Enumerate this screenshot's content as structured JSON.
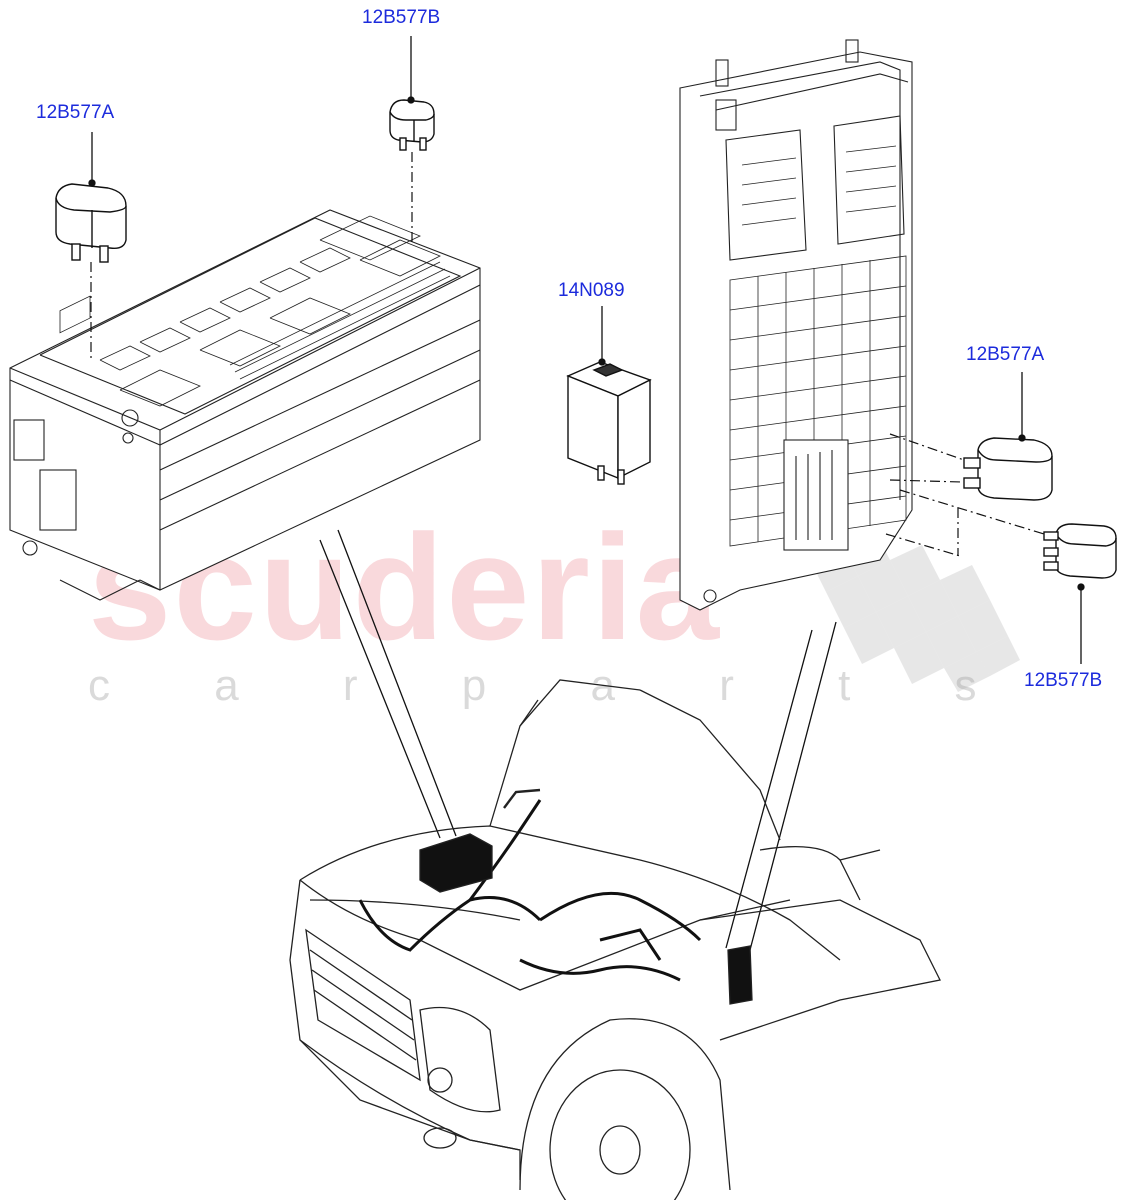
{
  "watermark": {
    "brand": "scuderia",
    "tagline": "c a r p a r t s"
  },
  "callouts": [
    {
      "id": "relay-a-left",
      "text": "12B577A"
    },
    {
      "id": "relay-b-top",
      "text": "12B577B"
    },
    {
      "id": "module-14n089",
      "text": "14N089"
    },
    {
      "id": "relay-a-right",
      "text": "12B577A"
    },
    {
      "id": "relay-b-right",
      "text": "12B577B"
    }
  ],
  "colors": {
    "callout": "#1c2bdc",
    "line": "#222222",
    "watermark_red": "#e87880",
    "watermark_grey": "#969696"
  }
}
